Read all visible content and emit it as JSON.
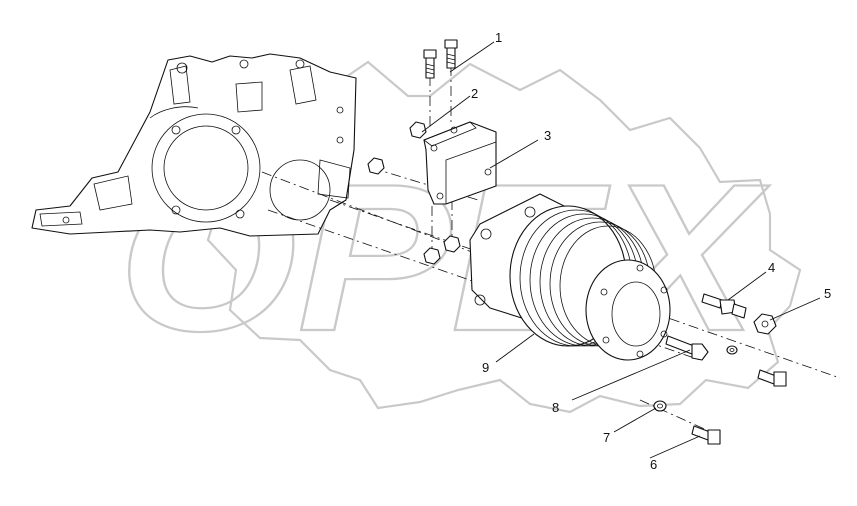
{
  "watermark": {
    "text": "OPEX",
    "color": "#c9c9c9"
  },
  "callouts": [
    "1",
    "2",
    "3",
    "4",
    "5",
    "6",
    "7",
    "8",
    "9"
  ],
  "colors": {
    "line": "#111111",
    "background": "#ffffff"
  }
}
